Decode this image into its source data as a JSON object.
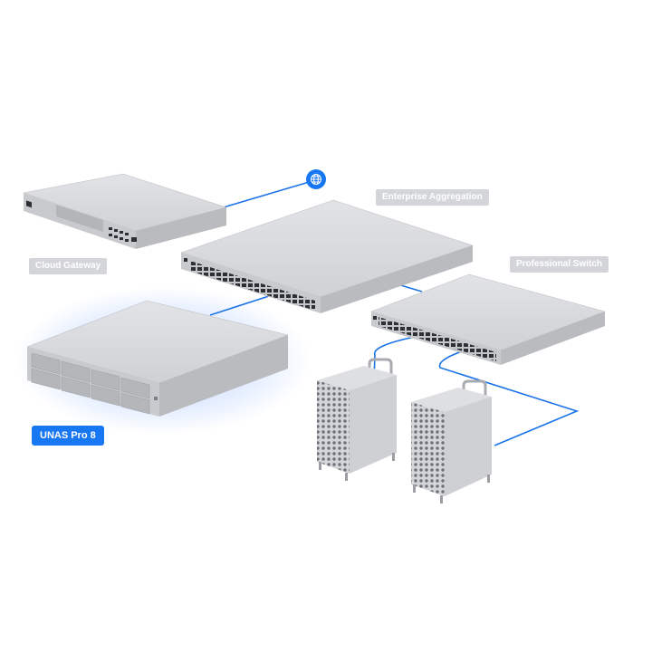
{
  "labels": {
    "cloud_gateway": "Cloud Gateway",
    "enterprise_aggregation": "Enterprise Aggregation",
    "professional_switch": "Professional Switch",
    "unas_pro_8": "UNAS Pro 8"
  },
  "colors": {
    "link": "#1a73e8",
    "internet_node": "#1877f2",
    "active_tag": "#1877f2",
    "tag": "#d3d5d8",
    "device_top": "#d9dadd",
    "device_front": "#c7c9cd",
    "glow": "#5a96ff"
  },
  "icons": {
    "internet": "globe-icon"
  }
}
